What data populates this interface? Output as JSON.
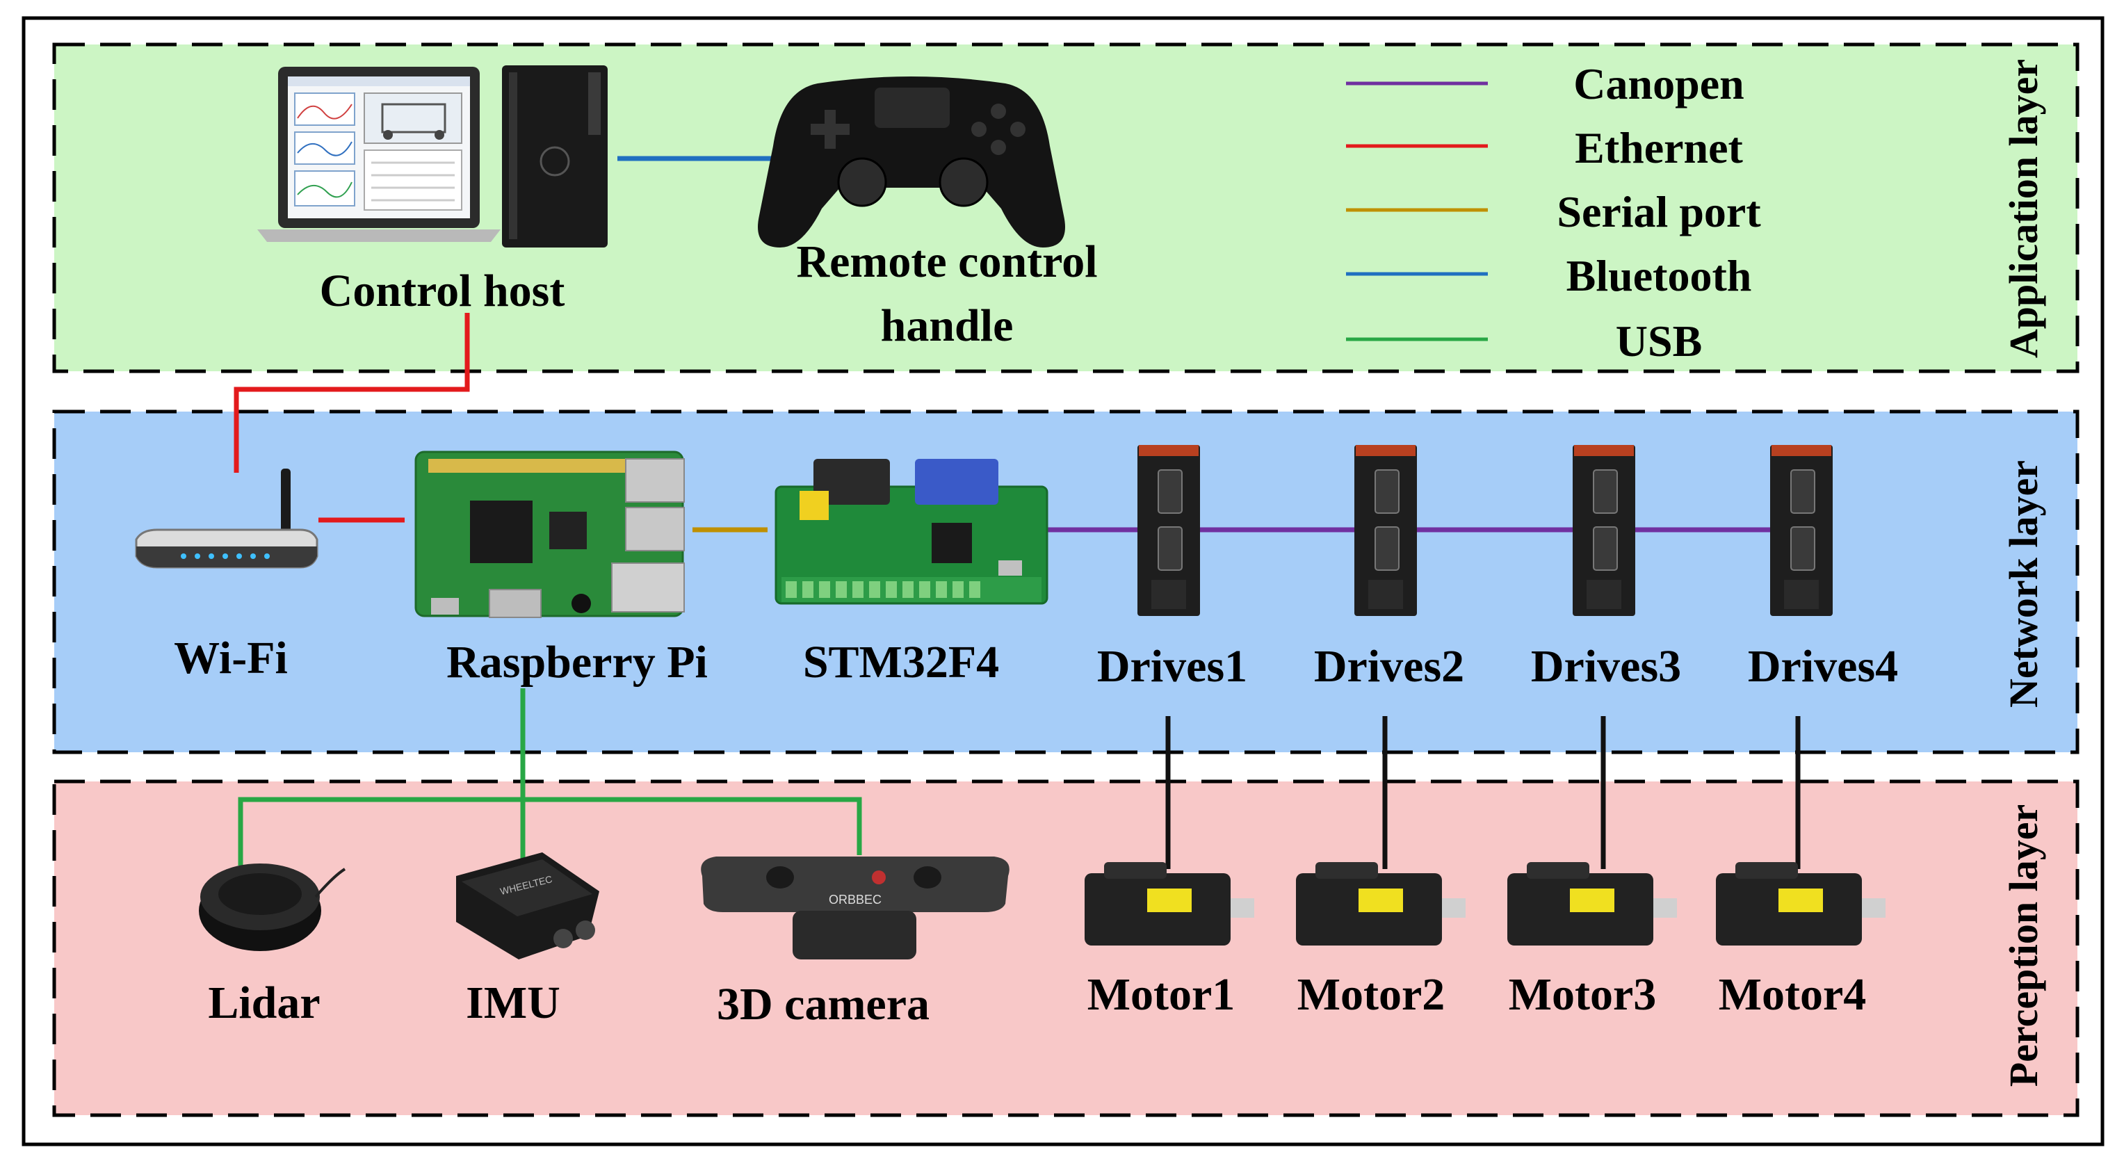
{
  "layers": {
    "application": "Application layer",
    "network": "Network layer",
    "perception": "Perception layer"
  },
  "layer_colors": {
    "application": "#ccf5c4",
    "network": "#a6cdf8",
    "perception": "#f8c8c8"
  },
  "legend": [
    {
      "label": "Canopen",
      "color": "#7030a0"
    },
    {
      "label": "Ethernet",
      "color": "#e31a1c"
    },
    {
      "label": "Serial port",
      "color": "#bf9000"
    },
    {
      "label": "Bluetooth",
      "color": "#1f6fc0"
    },
    {
      "label": "USB",
      "color": "#28a745"
    }
  ],
  "nodes": {
    "control_host": "Control host",
    "remote_handle_line1": "Remote control",
    "remote_handle_line2": "handle",
    "wifi": "Wi-Fi",
    "raspberry_pi": "Raspberry Pi",
    "stm32": "STM32F4",
    "drives": [
      "Drives1",
      "Drives2",
      "Drives3",
      "Drives4"
    ],
    "lidar": "Lidar",
    "imu": "IMU",
    "camera": "3D camera",
    "motors": [
      "Motor1",
      "Motor2",
      "Motor3",
      "Motor4"
    ],
    "camera_brand": "ORBBEC",
    "imu_brand": "WHEELTEC"
  }
}
